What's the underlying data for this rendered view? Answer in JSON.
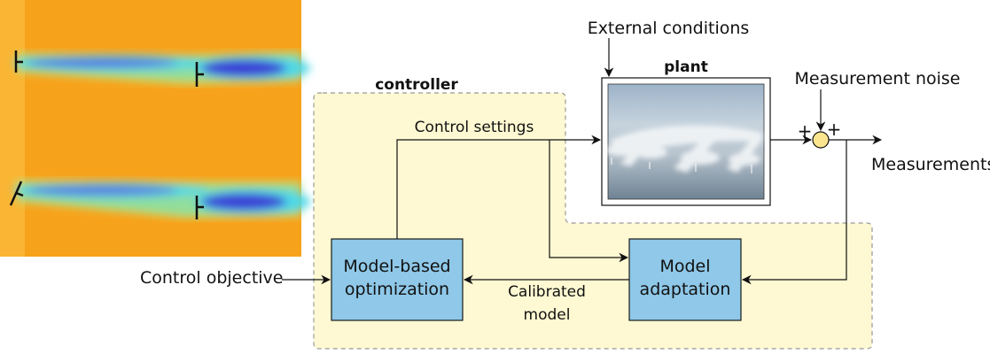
{
  "colors": {
    "field_bg": "#F7A21B",
    "wake_cyan": "#4FD8E6",
    "wake_blue": "#3B4DD8",
    "controller_fill": "#FEF9D2",
    "controller_border": "#999999",
    "block_fill": "#8FC8E8",
    "block_border": "#1A1A1A",
    "junction_fill": "#FBE58E",
    "arrow": "#111111"
  },
  "icons": [
    "wind-turbine-icon",
    "summing-junction-icon",
    "arrow-icon"
  ],
  "labels": {
    "external_conditions": "External conditions",
    "plant": "plant",
    "controller": "controller",
    "measurement_noise": "Measurement noise",
    "plus_left": "+",
    "plus_right": "+",
    "measurements": "Measurements",
    "control_settings": "Control settings",
    "control_objective": "Control objective",
    "calibrated_line1": "Calibrated",
    "calibrated_line2": "model"
  },
  "blocks": {
    "optimization": {
      "line1": "Model-based",
      "line2": "optimization"
    },
    "adaptation": {
      "line1": "Model",
      "line2": "adaptation"
    }
  }
}
